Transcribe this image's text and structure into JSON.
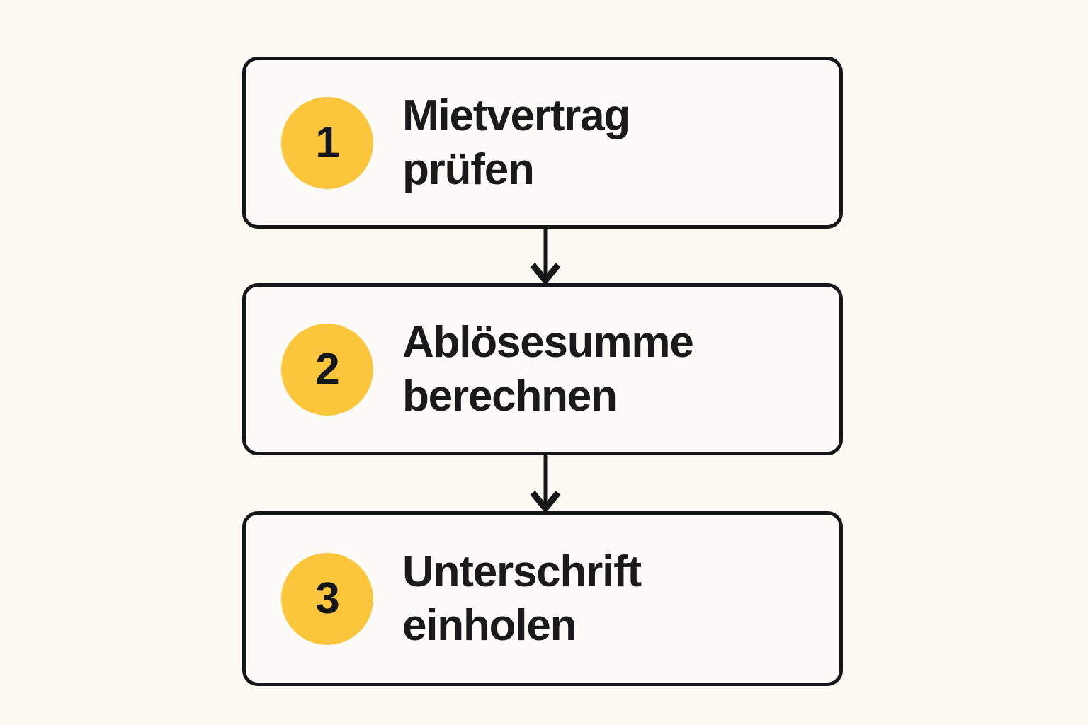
{
  "theme": {
    "page_background": "#FCF9F2",
    "box_background": "#FDFBF7",
    "stroke": "#15161A",
    "text": "#1A1A1A",
    "accent_badge": "#FBC63C"
  },
  "diagram": {
    "type": "vertical-flowchart",
    "step_count": 3,
    "connector_style": "down-arrow",
    "steps": [
      {
        "number": "1",
        "label": "Mietvertrag\nprüfen"
      },
      {
        "number": "2",
        "label": "Ablösesumme\nberechnen"
      },
      {
        "number": "3",
        "label": "Unterschrift\neinholen"
      }
    ],
    "connectors": [
      {
        "from": "1",
        "to": "2",
        "icon": "arrow-down-icon"
      },
      {
        "from": "2",
        "to": "3",
        "icon": "arrow-down-icon"
      }
    ]
  }
}
